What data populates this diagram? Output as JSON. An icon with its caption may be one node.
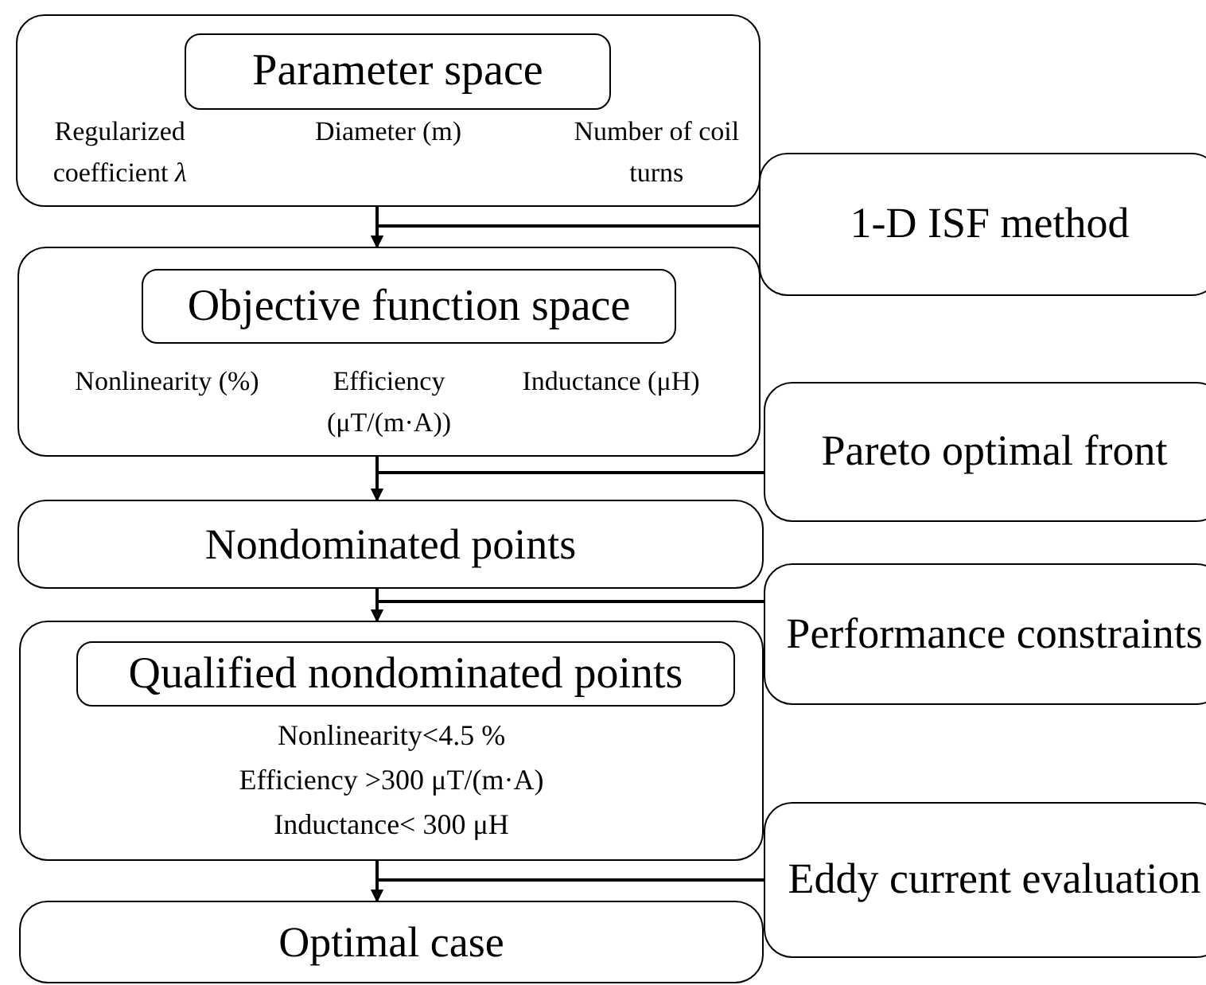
{
  "diagram": {
    "nodes": [
      {
        "text": [
          "Regularized coefficient *λ*",
          "Diameter (m)",
          "Number of coil turns"
        ]
      },
      {
        "text": [
          "Parameter space"
        ],
        "in": 0
      },
      {
        "text": [
          "Nonlinearity (%)",
          "Efficiency (μT/(m·A))",
          "Inductance (μH)"
        ]
      },
      {
        "text": [
          "Objective function space"
        ],
        "in": 2
      },
      {
        "text": [
          "Nondominated points"
        ]
      },
      {
        "text": [
          "Nonlinearity<4.5 %",
          "Efficiency >300 μT/(m·A)",
          "Inductance< 300 μH"
        ]
      },
      {
        "text": [
          "Qualified nondominated points"
        ],
        "in": 5
      },
      {
        "text": [
          "Optimal case"
        ]
      },
      {
        "text": [
          "1-D ISF method"
        ]
      },
      {
        "text": [
          "Pareto optimal front"
        ]
      },
      {
        "text": [
          "Performance constraints"
        ]
      },
      {
        "text": [
          "Eddy current evaluation"
        ]
      }
    ],
    "edges": [
      {
        "from": 0,
        "to": 2,
        "arrow": "to"
      },
      {
        "from": 8,
        "to": 2,
        "arrow": "to"
      },
      {
        "from": 2,
        "to": 4,
        "arrow": "to"
      },
      {
        "from": 9,
        "to": 4,
        "arrow": "to"
      },
      {
        "from": 4,
        "to": 5,
        "arrow": "to"
      },
      {
        "from": 10,
        "to": 5,
        "arrow": "to"
      },
      {
        "from": 5,
        "to": 7,
        "arrow": "to"
      },
      {
        "from": 11,
        "to": 7,
        "arrow": "to"
      }
    ]
  }
}
